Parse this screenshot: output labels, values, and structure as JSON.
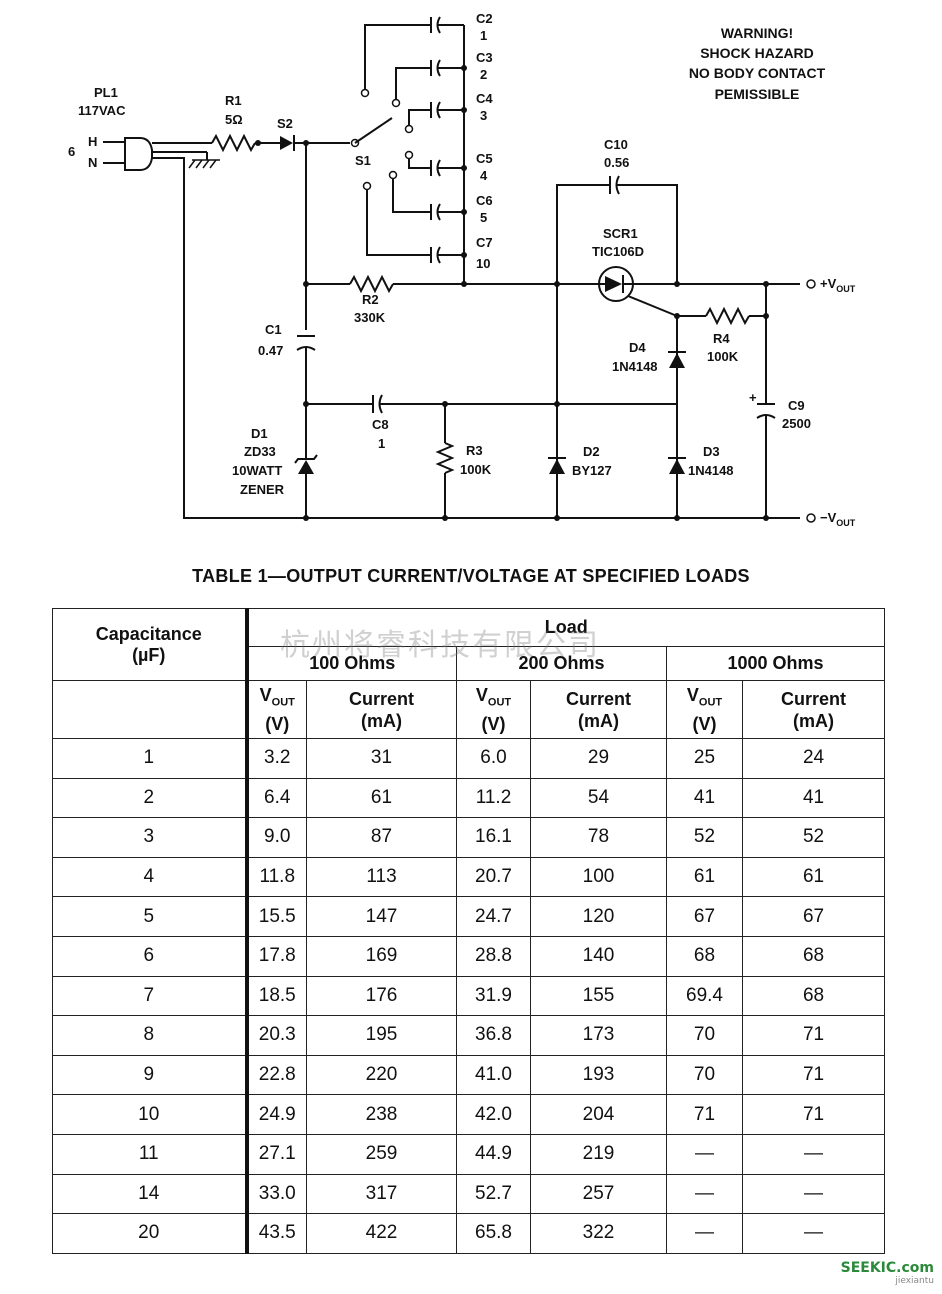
{
  "schematic": {
    "warning": [
      "WARNING!",
      "SHOCK HAZARD",
      "NO BODY CONTACT",
      "PEMISSIBLE"
    ],
    "pl1": {
      "ref": "PL1",
      "value": "117VAC",
      "h": "H",
      "n": "N",
      "six": "6"
    },
    "r1": {
      "ref": "R1",
      "value": "5Ω"
    },
    "s2": "S2",
    "s1": "S1",
    "c2": {
      "ref": "C2",
      "value": "1"
    },
    "c3": {
      "ref": "C3",
      "value": "2"
    },
    "c4": {
      "ref": "C4",
      "value": "3"
    },
    "c5": {
      "ref": "C5",
      "value": "4"
    },
    "c6": {
      "ref": "C6",
      "value": "5"
    },
    "c7": {
      "ref": "C7",
      "value": "10"
    },
    "c10": {
      "ref": "C10",
      "value": "0.56"
    },
    "scr1": {
      "ref": "SCR1",
      "value": "TIC106D"
    },
    "vout_pos": "+V",
    "vout_neg": "−V",
    "vout_sub": "OUT",
    "r2": {
      "ref": "R2",
      "value": "330K"
    },
    "c1": {
      "ref": "C1",
      "value": "0.47"
    },
    "r4": {
      "ref": "R4",
      "value": "100K"
    },
    "d4": {
      "ref": "D4",
      "value": "1N4148"
    },
    "c9": {
      "ref": "C9",
      "value": "2500",
      "polarity": "+"
    },
    "c8": {
      "ref": "C8",
      "value": "1"
    },
    "d1": {
      "ref": "D1",
      "value": "ZD33",
      "desc1": "10WATT",
      "desc2": "ZENER"
    },
    "r3": {
      "ref": "R3",
      "value": "100K"
    },
    "d2": {
      "ref": "D2",
      "value": "BY127"
    },
    "d3": {
      "ref": "D3",
      "value": "1N4148"
    }
  },
  "table": {
    "title": "TABLE 1—OUTPUT CURRENT/VOLTAGE AT SPECIFIED LOADS",
    "capacitance_header": "Capacitance",
    "capacitance_unit": "(µF)",
    "load_header": "Load",
    "loads": [
      "100 Ohms",
      "200 Ohms",
      "1000 Ohms"
    ],
    "vout_header": "V",
    "vout_sub": "OUT",
    "vout_unit": "(V)",
    "current_header": "Current",
    "current_unit": "(mA)",
    "rows": [
      [
        "1",
        "3.2",
        "31",
        "6.0",
        "29",
        "25",
        "24"
      ],
      [
        "2",
        "6.4",
        "61",
        "11.2",
        "54",
        "41",
        "41"
      ],
      [
        "3",
        "9.0",
        "87",
        "16.1",
        "78",
        "52",
        "52"
      ],
      [
        "4",
        "11.8",
        "113",
        "20.7",
        "100",
        "61",
        "61"
      ],
      [
        "5",
        "15.5",
        "147",
        "24.7",
        "120",
        "67",
        "67"
      ],
      [
        "6",
        "17.8",
        "169",
        "28.8",
        "140",
        "68",
        "68"
      ],
      [
        "7",
        "18.5",
        "176",
        "31.9",
        "155",
        "69.4",
        "68"
      ],
      [
        "8",
        "20.3",
        "195",
        "36.8",
        "173",
        "70",
        "71"
      ],
      [
        "9",
        "22.8",
        "220",
        "41.0",
        "193",
        "70",
        "71"
      ],
      [
        "10",
        "24.9",
        "238",
        "42.0",
        "204",
        "71",
        "71"
      ],
      [
        "11",
        "27.1",
        "259",
        "44.9",
        "219",
        "—",
        "—"
      ],
      [
        "14",
        "33.0",
        "317",
        "52.7",
        "257",
        "—",
        "—"
      ],
      [
        "20",
        "43.5",
        "422",
        "65.8",
        "322",
        "—",
        "—"
      ]
    ]
  },
  "watermark": "杭州将睿科技有限公司",
  "logo": {
    "main": "SEEKIC.com",
    "sub": "jiexiantu"
  }
}
